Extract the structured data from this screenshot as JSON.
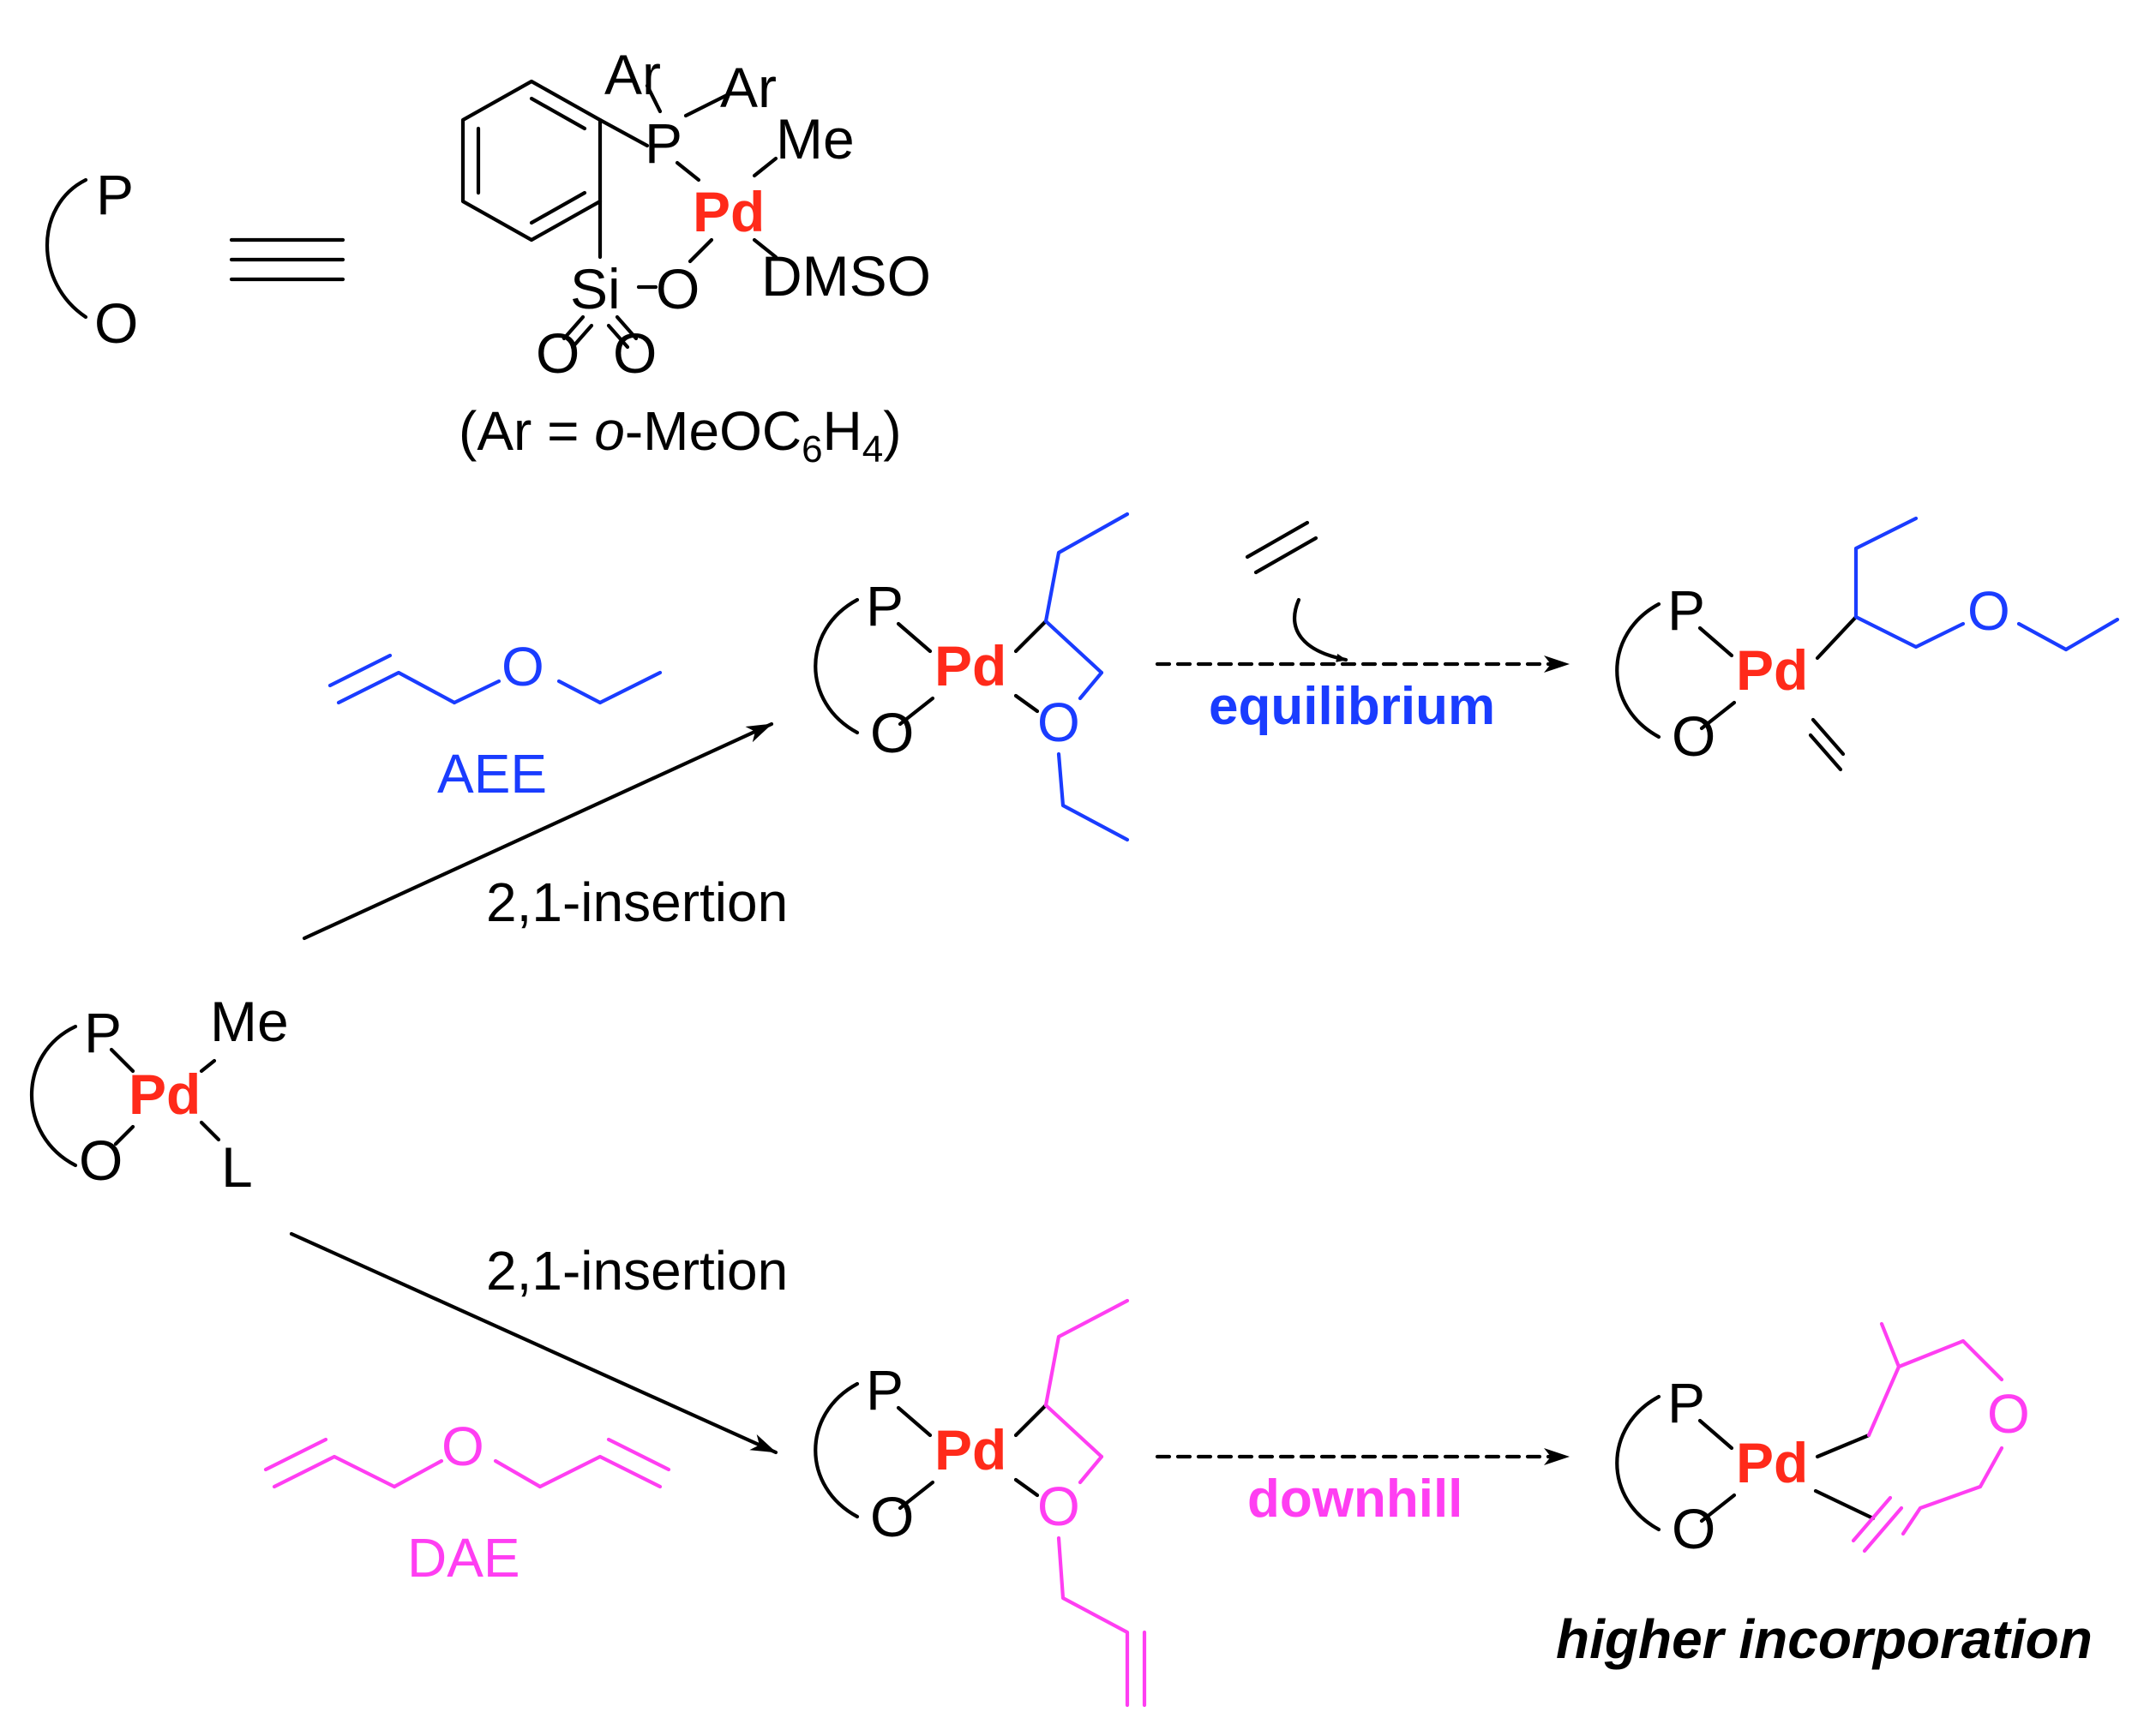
{
  "atoms": {
    "P": "P",
    "O": "O",
    "Pd": "Pd",
    "Me": "Me",
    "L": "L",
    "Ar": "Ar",
    "Si": "Si",
    "DMSO": "DMSO"
  },
  "ligand_note": {
    "prefix": "(Ar = ",
    "italic": "o",
    "mid": "-MeOC",
    "sub1": "6",
    "h": "H",
    "sub2": "4",
    "suffix": ")"
  },
  "reagents": {
    "aee": "AEE",
    "dae": "DAE"
  },
  "arrows": {
    "top_insertion": "2,1-insertion",
    "bottom_insertion": "2,1-insertion",
    "top_process": "equilibrium",
    "bottom_process": "downhill"
  },
  "conclusion": "higher incorporation",
  "colors": {
    "palladium": "#ff2a1a",
    "aee_path": "#1a3cff",
    "dae_path": "#ff3ef2"
  }
}
